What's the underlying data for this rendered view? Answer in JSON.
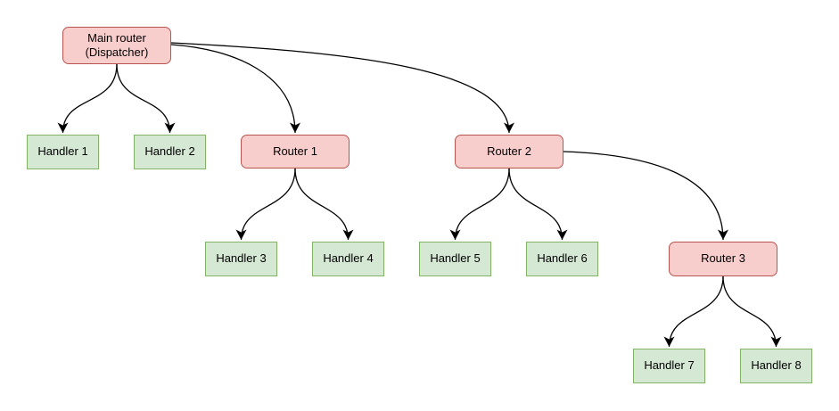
{
  "colors": {
    "router_fill": "#f8cecc",
    "router_border": "#b85450",
    "handler_fill": "#d5e8d4",
    "handler_border": "#82b366",
    "edge": "#000000",
    "text": "#000000",
    "background": "#ffffff"
  },
  "nodes": {
    "main_router": {
      "label": "Main router\n(Dispatcher)",
      "type": "router"
    },
    "router_1": {
      "label": "Router 1",
      "type": "router"
    },
    "router_2": {
      "label": "Router 2",
      "type": "router"
    },
    "router_3": {
      "label": "Router 3",
      "type": "router"
    },
    "handler_1": {
      "label": "Handler 1",
      "type": "handler"
    },
    "handler_2": {
      "label": "Handler 2",
      "type": "handler"
    },
    "handler_3": {
      "label": "Handler 3",
      "type": "handler"
    },
    "handler_4": {
      "label": "Handler 4",
      "type": "handler"
    },
    "handler_5": {
      "label": "Handler 5",
      "type": "handler"
    },
    "handler_6": {
      "label": "Handler 6",
      "type": "handler"
    },
    "handler_7": {
      "label": "Handler 7",
      "type": "handler"
    },
    "handler_8": {
      "label": "Handler 8",
      "type": "handler"
    }
  },
  "edges": [
    {
      "from": "main_router",
      "to": "handler_1"
    },
    {
      "from": "main_router",
      "to": "handler_2"
    },
    {
      "from": "main_router",
      "to": "router_1"
    },
    {
      "from": "main_router",
      "to": "router_2"
    },
    {
      "from": "router_1",
      "to": "handler_3"
    },
    {
      "from": "router_1",
      "to": "handler_4"
    },
    {
      "from": "router_2",
      "to": "handler_5"
    },
    {
      "from": "router_2",
      "to": "handler_6"
    },
    {
      "from": "router_2",
      "to": "router_3"
    },
    {
      "from": "router_3",
      "to": "handler_7"
    },
    {
      "from": "router_3",
      "to": "handler_8"
    }
  ]
}
